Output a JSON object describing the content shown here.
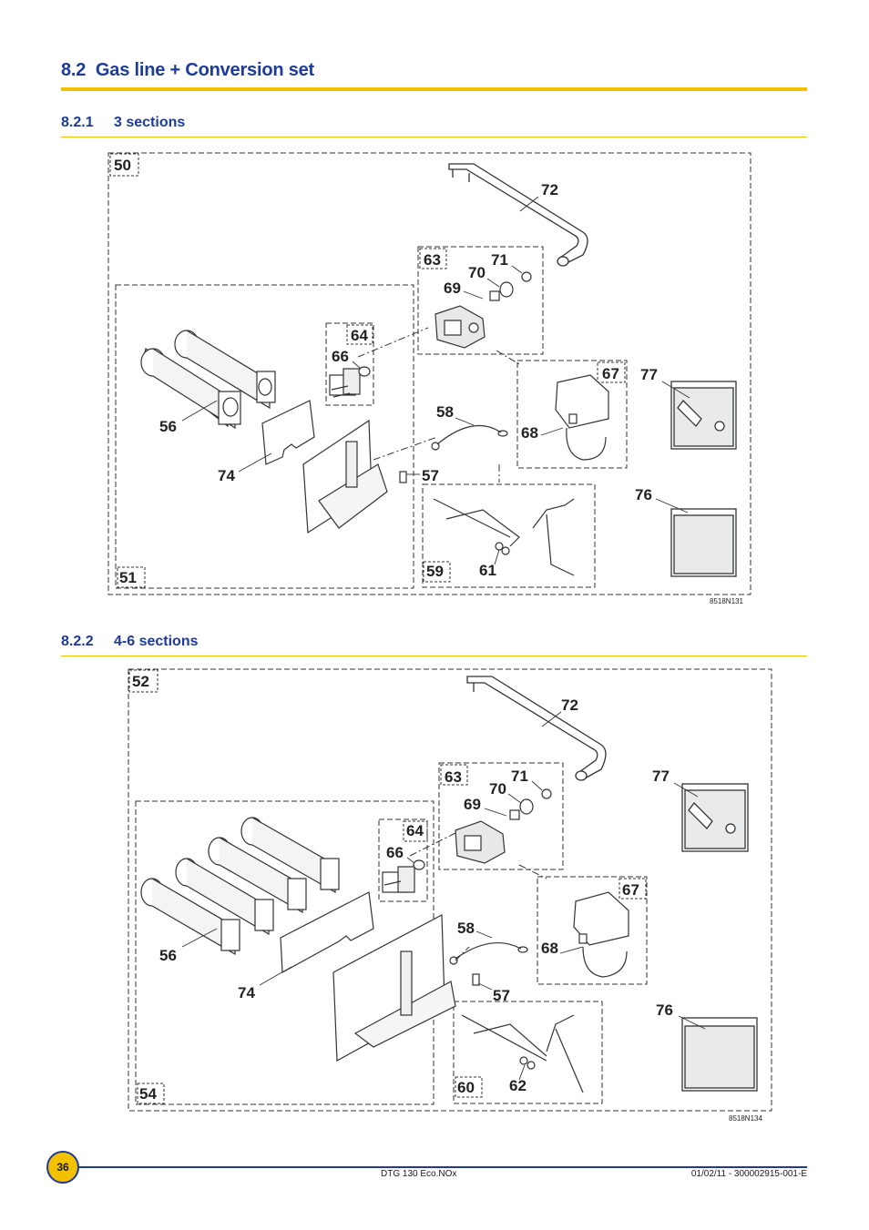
{
  "section": {
    "number": "8.2",
    "title": "Gas line + Conversion set"
  },
  "sub1": {
    "number": "8.2.1",
    "title": "3 sections",
    "figure_ref": "8518N131",
    "labels": {
      "a": "50",
      "b": "72",
      "c": "63",
      "d": "71",
      "e": "70",
      "f": "69",
      "g": "64",
      "h": "66",
      "i": "67",
      "j": "77",
      "k": "58",
      "l": "56",
      "m": "68",
      "n": "74",
      "o": "57",
      "p": "76",
      "q": "51",
      "r": "59",
      "s": "61"
    }
  },
  "sub2": {
    "number": "8.2.2",
    "title": "4-6 sections",
    "figure_ref": "8518N134",
    "labels": {
      "a": "52",
      "b": "72",
      "c": "63",
      "d": "71",
      "e": "70",
      "f": "69",
      "g": "77",
      "h": "64",
      "i": "66",
      "j": "67",
      "k": "58",
      "l": "68",
      "m": "56",
      "n": "74",
      "o": "57",
      "p": "76",
      "q": "54",
      "r": "60",
      "s": "62"
    }
  },
  "footer": {
    "page": "36",
    "product": "DTG 130 Eco.NOx",
    "doc": "01/02/11 - 300002915-001-E"
  }
}
